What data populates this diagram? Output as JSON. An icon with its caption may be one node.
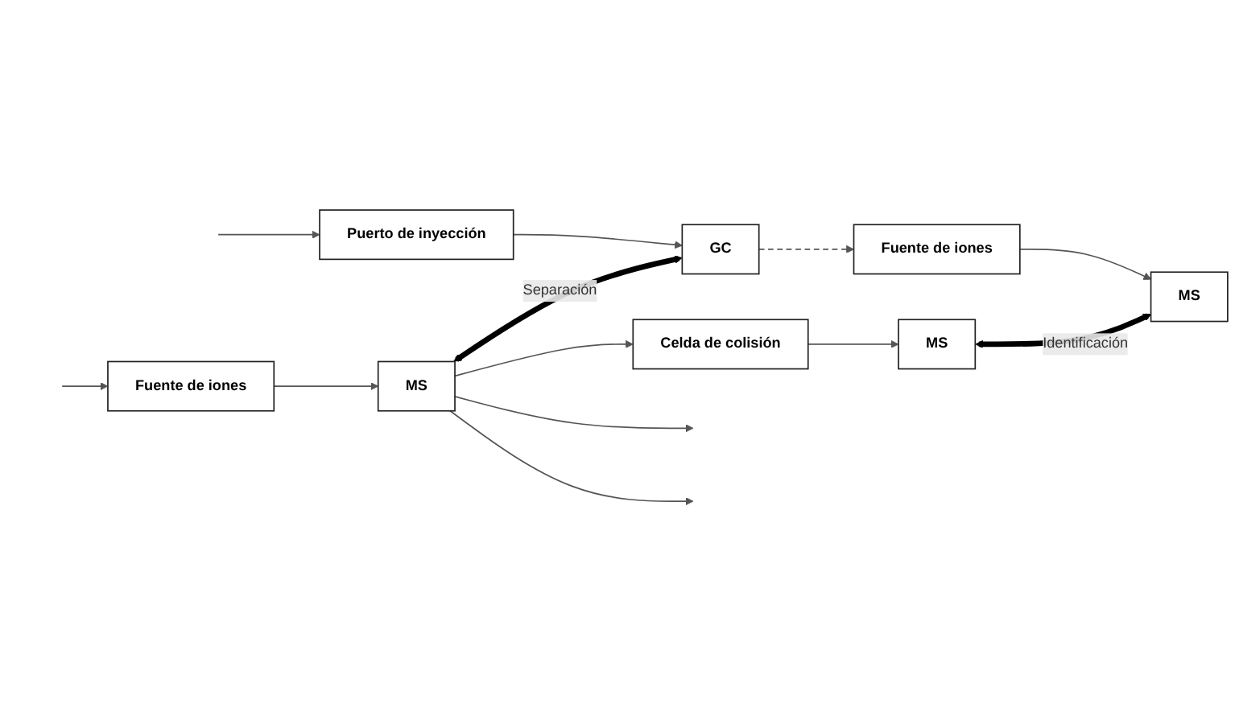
{
  "diagram": {
    "nodes": [
      {
        "text": [
          "Fuente de iones"
        ]
      },
      {
        "text": [
          "MS"
        ]
      },
      {
        "text": [
          "Celda de colisión"
        ]
      },
      {
        "text": [
          "MS"
        ]
      },
      {
        "text": [
          "Puerto de inyección"
        ]
      },
      {
        "text": [
          "GC"
        ]
      },
      {
        "text": [
          "Fuente de iones"
        ]
      },
      {
        "text": [
          "MS"
        ]
      }
    ],
    "edges": [
      {
        "from": null,
        "to": 0,
        "arrow": "to"
      },
      {
        "from": 0,
        "to": 1,
        "arrow": "to"
      },
      {
        "from": 1,
        "to": null,
        "arrow": "to"
      },
      {
        "from": 1,
        "to": 2,
        "arrow": "to"
      },
      {
        "from": 1,
        "to": null,
        "arrow": "to"
      },
      {
        "from": 2,
        "to": 3,
        "arrow": "to"
      },
      {
        "from": null,
        "to": 4,
        "arrow": "to"
      },
      {
        "from": 4,
        "to": 5,
        "arrow": "to"
      },
      {
        "from": 5,
        "to": 6,
        "arrow": "to",
        "style": "dashed"
      },
      {
        "from": 6,
        "to": 7,
        "arrow": "to"
      },
      {
        "from": 1,
        "to": 5,
        "arrow": "both",
        "label": "Separación",
        "style": "thick",
        "color": "#000000"
      },
      {
        "from": 3,
        "to": 7,
        "arrow": "both",
        "label": "Identificación",
        "style": "thick",
        "color": "#000000"
      }
    ]
  }
}
